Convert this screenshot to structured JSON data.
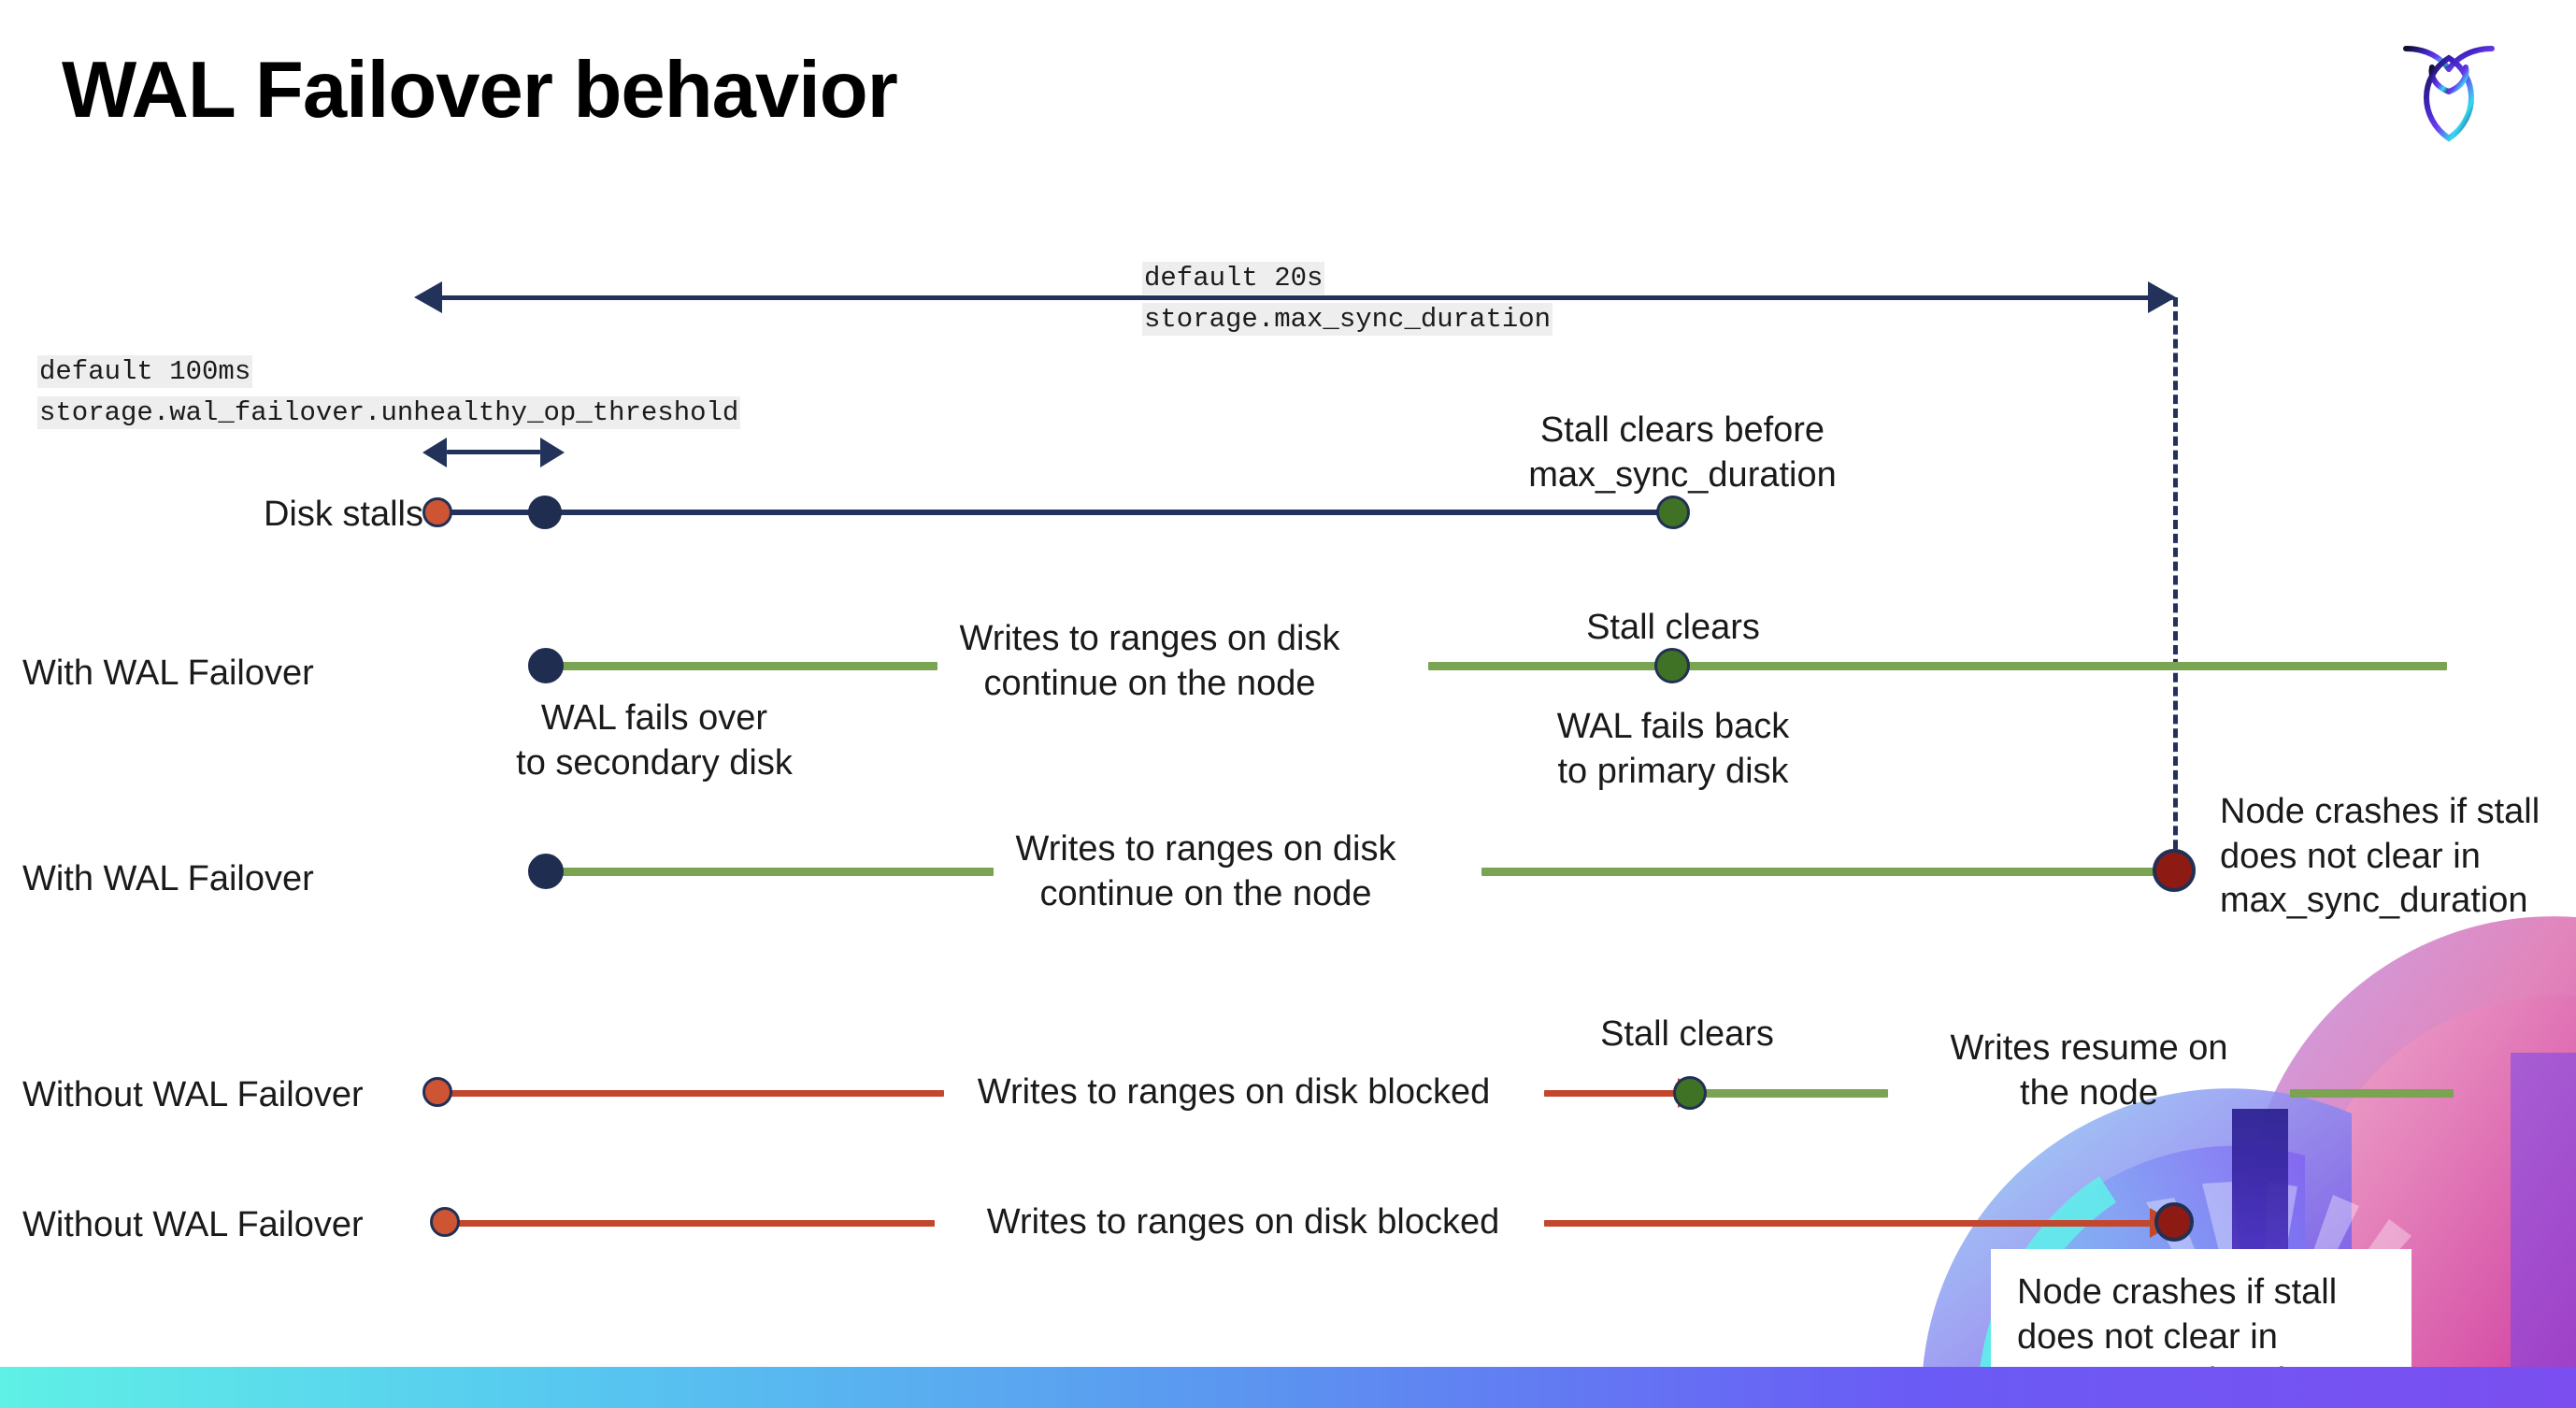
{
  "slide": {
    "title": "WAL Failover behavior",
    "logo_icon": "cockroach-labs-logo-icon"
  },
  "callouts": {
    "max_sync": {
      "default": "default 20s",
      "setting": "storage.max_sync_duration"
    },
    "unhealthy": {
      "default": "default 100ms",
      "setting": "storage.wal_failover.unhealthy_op_threshold"
    }
  },
  "rows": [
    {
      "label": "Disk stalls",
      "annotations": [
        "Stall clears before\nmax_sync_duration"
      ]
    },
    {
      "label": "With WAL Failover",
      "annotations": [
        "Writes to ranges on disk\ncontinue on the node",
        "Stall clears",
        "WAL fails over\nto secondary disk",
        "WAL fails  back\nto primary disk"
      ]
    },
    {
      "label": "With WAL Failover",
      "annotations": [
        "Writes to ranges on disk\ncontinue on the node",
        "Node crashes if stall\ndoes not clear in\nmax_sync_duration"
      ]
    },
    {
      "label": "Without WAL Failover",
      "annotations": [
        "Writes to ranges on disk  blocked",
        "Stall clears",
        "Writes resume on\nthe node"
      ]
    },
    {
      "label": "Without WAL Failover",
      "annotations": [
        "Writes to ranges on disk  blocked",
        "Node crashes if stall\ndoes not clear in\nmax_sync_duration"
      ]
    }
  ],
  "colors": {
    "navy": "#22325a",
    "green_line": "#7aa352",
    "green_dot": "#3f7224",
    "orange_dot": "#cd5533",
    "red_line": "#c2472c",
    "dark_red_dot": "#8d1b14",
    "code_bg": "#eeeeee"
  }
}
